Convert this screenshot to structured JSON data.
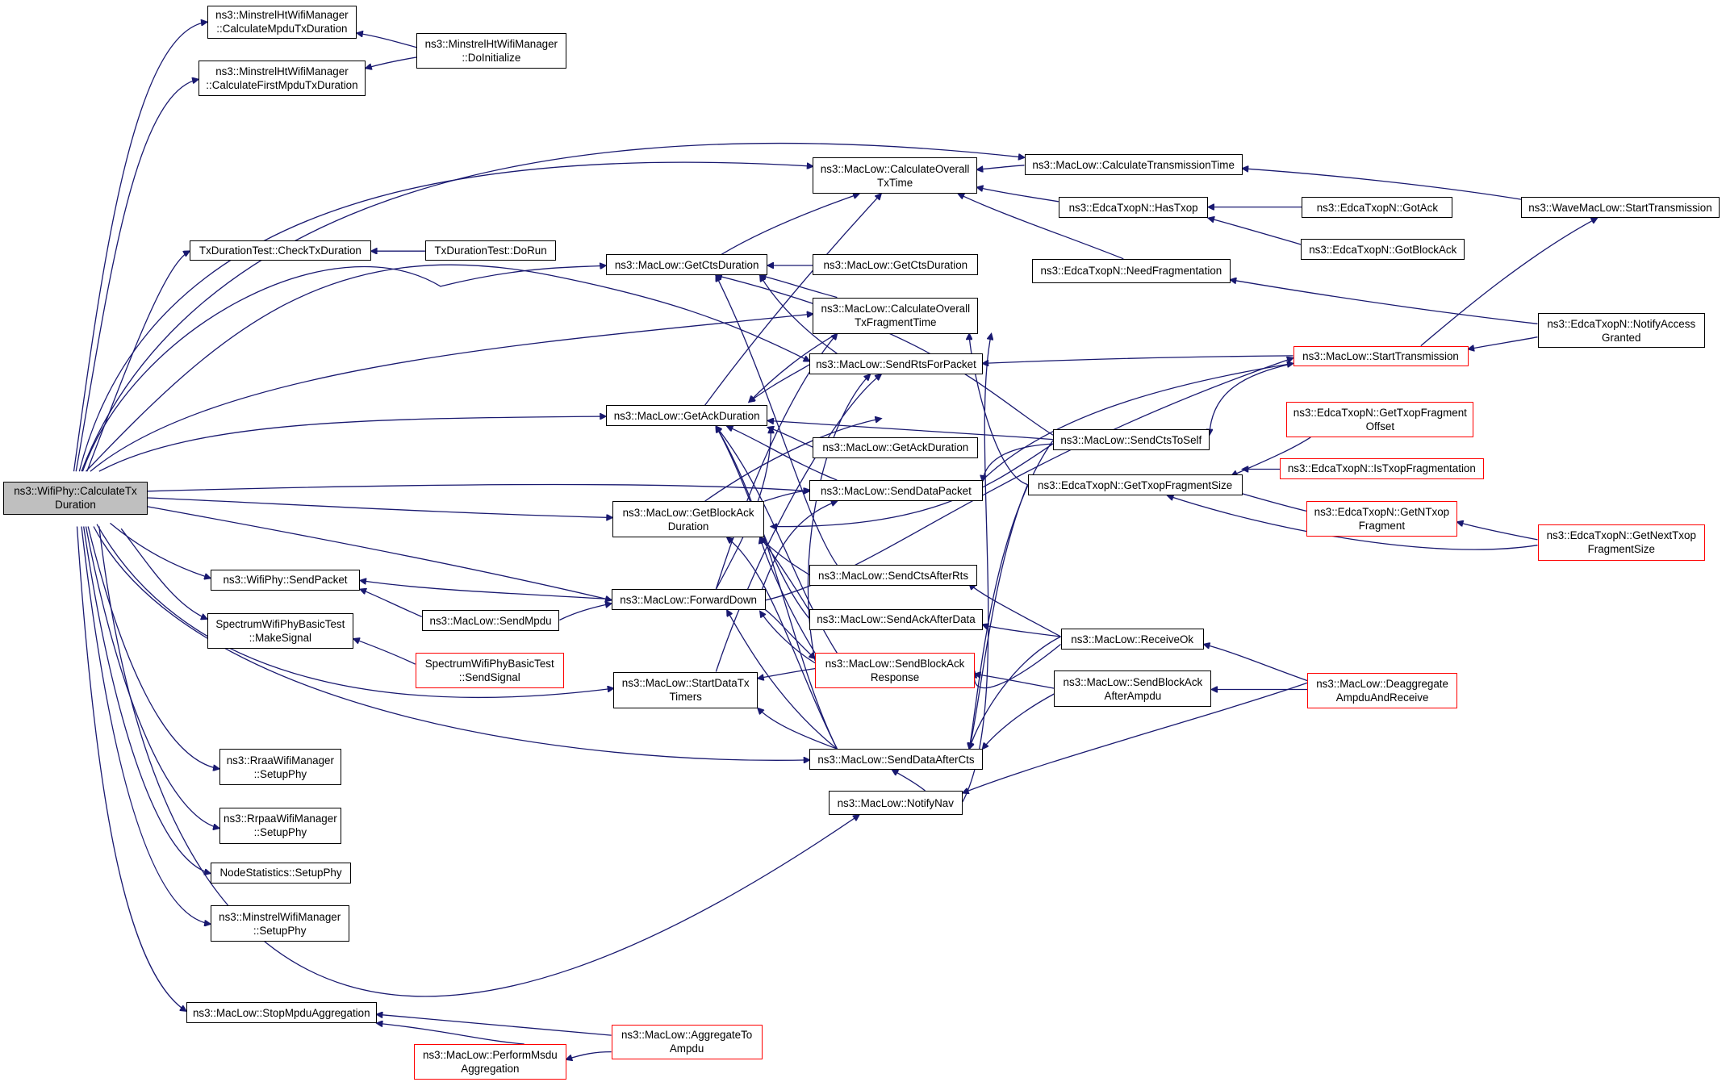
{
  "graph": {
    "edge_color": "#191970",
    "node_border": "#000000",
    "incomplete_border": "#ff0000",
    "root_fill": "#bfbfbf",
    "nodes": [
      {
        "id": "root",
        "label": "ns3::WifiPhy::CalculateTx\nDuration",
        "style": "root"
      },
      {
        "id": "n1",
        "label": "ns3::MinstrelHtWifiManager\n::CalculateMpduTxDuration",
        "style": "normal"
      },
      {
        "id": "n2",
        "label": "ns3::MinstrelHtWifiManager\n::DoInitialize",
        "style": "normal"
      },
      {
        "id": "n3",
        "label": "ns3::MinstrelHtWifiManager\n::CalculateFirstMpduTxDuration",
        "style": "normal"
      },
      {
        "id": "n4",
        "label": "ns3::MacLow::CalculateOverall\nTxTime",
        "style": "normal"
      },
      {
        "id": "n5",
        "label": "ns3::MacLow::CalculateTransmissionTime",
        "style": "normal"
      },
      {
        "id": "n6",
        "label": "ns3::EdcaTxopN::HasTxop",
        "style": "normal"
      },
      {
        "id": "n7",
        "label": "ns3::EdcaTxopN::GotAck",
        "style": "normal"
      },
      {
        "id": "n8",
        "label": "ns3::WaveMacLow::StartTransmission",
        "style": "normal"
      },
      {
        "id": "n9",
        "label": "ns3::EdcaTxopN::GotBlockAck",
        "style": "normal"
      },
      {
        "id": "n10",
        "label": "TxDurationTest::CheckTxDuration",
        "style": "normal"
      },
      {
        "id": "n11",
        "label": "TxDurationTest::DoRun",
        "style": "normal"
      },
      {
        "id": "n12",
        "label": "ns3::MacLow::GetCtsDuration",
        "style": "normal"
      },
      {
        "id": "n13",
        "label": "ns3::MacLow::GetCtsDuration",
        "style": "normal"
      },
      {
        "id": "n14",
        "label": "ns3::EdcaTxopN::NeedFragmentation",
        "style": "normal"
      },
      {
        "id": "n15",
        "label": "ns3::MacLow::CalculateOverall\nTxFragmentTime",
        "style": "normal"
      },
      {
        "id": "n16",
        "label": "ns3::EdcaTxopN::NotifyAccess\nGranted",
        "style": "normal"
      },
      {
        "id": "n17",
        "label": "ns3::MacLow::SendRtsForPacket",
        "style": "normal"
      },
      {
        "id": "n18",
        "label": "ns3::MacLow::StartTransmission",
        "style": "red"
      },
      {
        "id": "n19",
        "label": "ns3::EdcaTxopN::GetTxopFragment\nOffset",
        "style": "red"
      },
      {
        "id": "n20",
        "label": "ns3::MacLow::GetAckDuration",
        "style": "normal"
      },
      {
        "id": "n21",
        "label": "ns3::MacLow::SendCtsToSelf",
        "style": "normal"
      },
      {
        "id": "n22",
        "label": "ns3::MacLow::GetAckDuration",
        "style": "normal"
      },
      {
        "id": "n23",
        "label": "ns3::EdcaTxopN::GetTxopFragmentSize",
        "style": "normal"
      },
      {
        "id": "n24",
        "label": "ns3::EdcaTxopN::IsTxopFragmentation",
        "style": "red"
      },
      {
        "id": "n25",
        "label": "ns3::MacLow::SendDataPacket",
        "style": "normal"
      },
      {
        "id": "n26",
        "label": "ns3::MacLow::GetBlockAck\nDuration",
        "style": "normal"
      },
      {
        "id": "n27",
        "label": "ns3::EdcaTxopN::GetNTxop\nFragment",
        "style": "red"
      },
      {
        "id": "n28",
        "label": "ns3::EdcaTxopN::GetNextTxop\nFragmentSize",
        "style": "red"
      },
      {
        "id": "n29",
        "label": "ns3::MacLow::SendCtsAfterRts",
        "style": "normal"
      },
      {
        "id": "n30",
        "label": "ns3::WifiPhy::SendPacket",
        "style": "normal"
      },
      {
        "id": "n31",
        "label": "ns3::MacLow::ForwardDown",
        "style": "normal"
      },
      {
        "id": "n32",
        "label": "ns3::MacLow::SendMpdu",
        "style": "normal"
      },
      {
        "id": "n33",
        "label": "SpectrumWifiPhyBasicTest\n::MakeSignal",
        "style": "normal"
      },
      {
        "id": "n34",
        "label": "ns3::MacLow::SendAckAfterData",
        "style": "normal"
      },
      {
        "id": "n35",
        "label": "ns3::MacLow::ReceiveOk",
        "style": "normal"
      },
      {
        "id": "n36",
        "label": "SpectrumWifiPhyBasicTest\n::SendSignal",
        "style": "red"
      },
      {
        "id": "n37",
        "label": "ns3::MacLow::SendBlockAck\nResponse",
        "style": "red"
      },
      {
        "id": "n38",
        "label": "ns3::MacLow::StartDataTx\nTimers",
        "style": "normal"
      },
      {
        "id": "n39",
        "label": "ns3::MacLow::SendBlockAck\nAfterAmpdu",
        "style": "normal"
      },
      {
        "id": "n40",
        "label": "ns3::MacLow::Deaggregate\nAmpduAndReceive",
        "style": "red"
      },
      {
        "id": "n41",
        "label": "ns3::MacLow::SendDataAfterCts",
        "style": "normal"
      },
      {
        "id": "n42",
        "label": "ns3::RraaWifiManager\n::SetupPhy",
        "style": "normal"
      },
      {
        "id": "n43",
        "label": "ns3::MacLow::NotifyNav",
        "style": "normal"
      },
      {
        "id": "n44",
        "label": "ns3::RrpaaWifiManager\n::SetupPhy",
        "style": "normal"
      },
      {
        "id": "n45",
        "label": "NodeStatistics::SetupPhy",
        "style": "normal"
      },
      {
        "id": "n46",
        "label": "ns3::MinstrelWifiManager\n::SetupPhy",
        "style": "normal"
      },
      {
        "id": "n47",
        "label": "ns3::MacLow::StopMpduAggregation",
        "style": "normal"
      },
      {
        "id": "n48",
        "label": "ns3::MacLow::AggregateTo\nAmpdu",
        "style": "red"
      },
      {
        "id": "n49",
        "label": "ns3::MacLow::PerformMsdu\nAggregation",
        "style": "red"
      }
    ]
  }
}
